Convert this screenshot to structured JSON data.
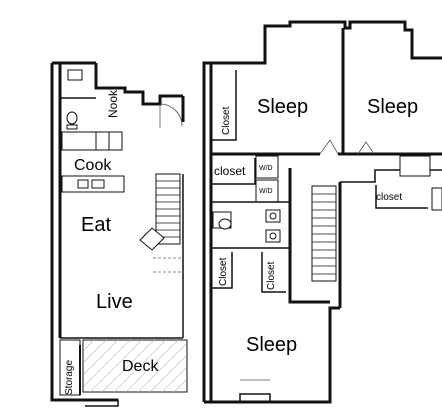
{
  "labels": {
    "nook": "Nook",
    "cook": "Cook",
    "eat": "Eat",
    "live": "Live",
    "deck": "Deck",
    "storage": "Storage",
    "closet_upper_left": "Closet",
    "sleep_upper_left": "Sleep",
    "sleep_upper_right": "Sleep",
    "closet_mid": "closet",
    "wd_top": "W/D",
    "wd_bottom": "W/D",
    "closet_right": "closet",
    "closet_lower_left": "Closet",
    "closet_lower_right": "Closet",
    "sleep_lower": "Sleep"
  }
}
